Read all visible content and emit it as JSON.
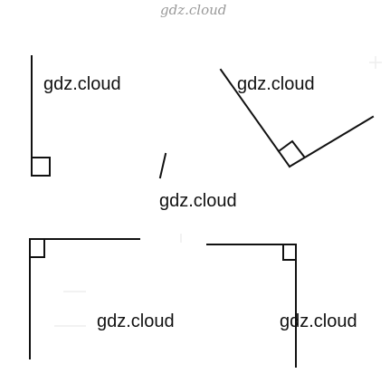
{
  "watermark": "gdz.cloud",
  "labels": {
    "top_left": "gdz.cloud",
    "top_right": "gdz.cloud",
    "center": "gdz.cloud",
    "bottom_left": "gdz.cloud",
    "bottom_right": "gdz.cloud"
  },
  "colors": {
    "line": "#111111",
    "text": "#111111",
    "watermark": "#9a9a9a",
    "background": "#ffffff"
  }
}
